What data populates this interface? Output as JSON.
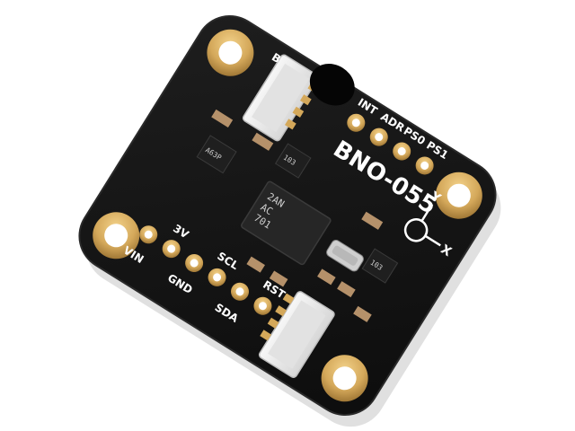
{
  "board": {
    "product_label": "BNO-055",
    "pin_labels_top": [
      "INT",
      "ADR",
      "PS0",
      "PS1"
    ],
    "pin_labels_left": [
      "VIN",
      "3V",
      "GND",
      "SCL",
      "SDA",
      "RST"
    ],
    "axis_labels": {
      "y": "Y",
      "x": "X"
    },
    "chip_marking": [
      "2AN",
      "AC",
      "701"
    ],
    "passive_markings": [
      "103",
      "103",
      "A63P"
    ],
    "corner_mark": "B",
    "colors": {
      "pcb": "#141414",
      "gold": "#d4a85a",
      "connector": "#ececec",
      "chip": "#262626",
      "silkscreen": "#ffffff"
    }
  }
}
